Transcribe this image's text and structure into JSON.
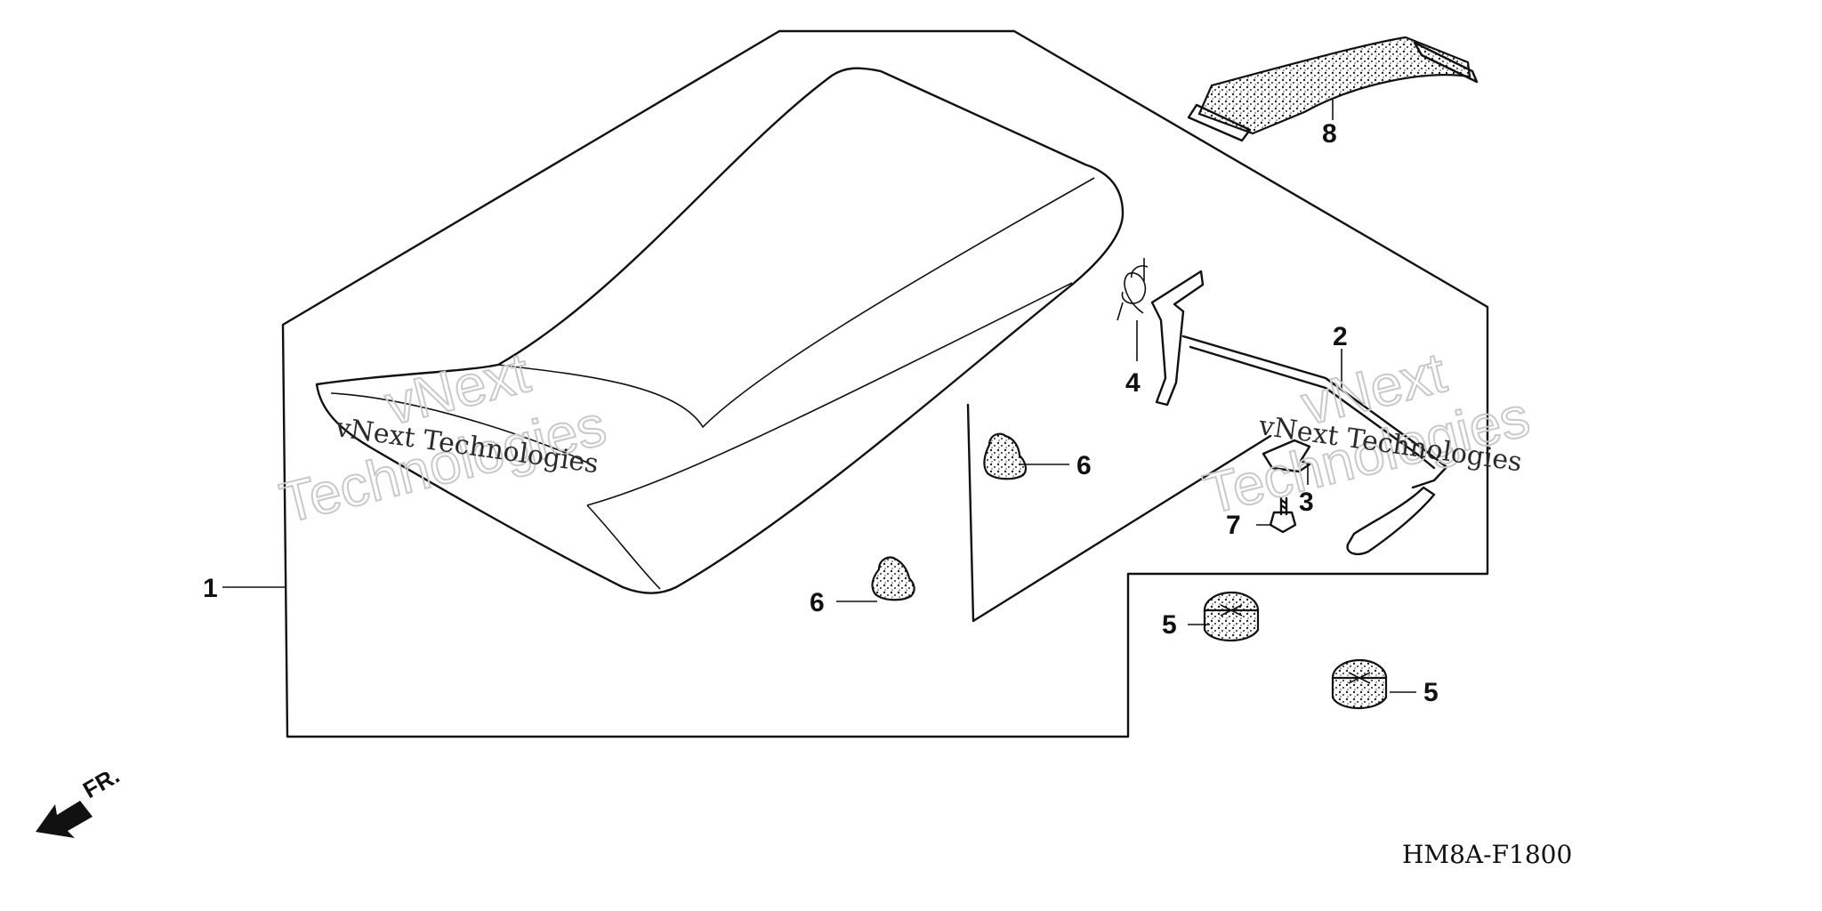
{
  "diagram": {
    "code": "HM8A-F1800",
    "front_label": "FR.",
    "watermark_line1": "vNext",
    "watermark_line2": "Technologies",
    "watermark_full": "vNext Technologies",
    "callouts": {
      "seat": "1",
      "seat_lock_rod": "2",
      "hook": "3",
      "spring": "4",
      "grommet_a": "5",
      "grommet_b": "5",
      "cushion_a": "6",
      "cushion_b": "6",
      "bolt": "7",
      "strap": "8"
    }
  }
}
